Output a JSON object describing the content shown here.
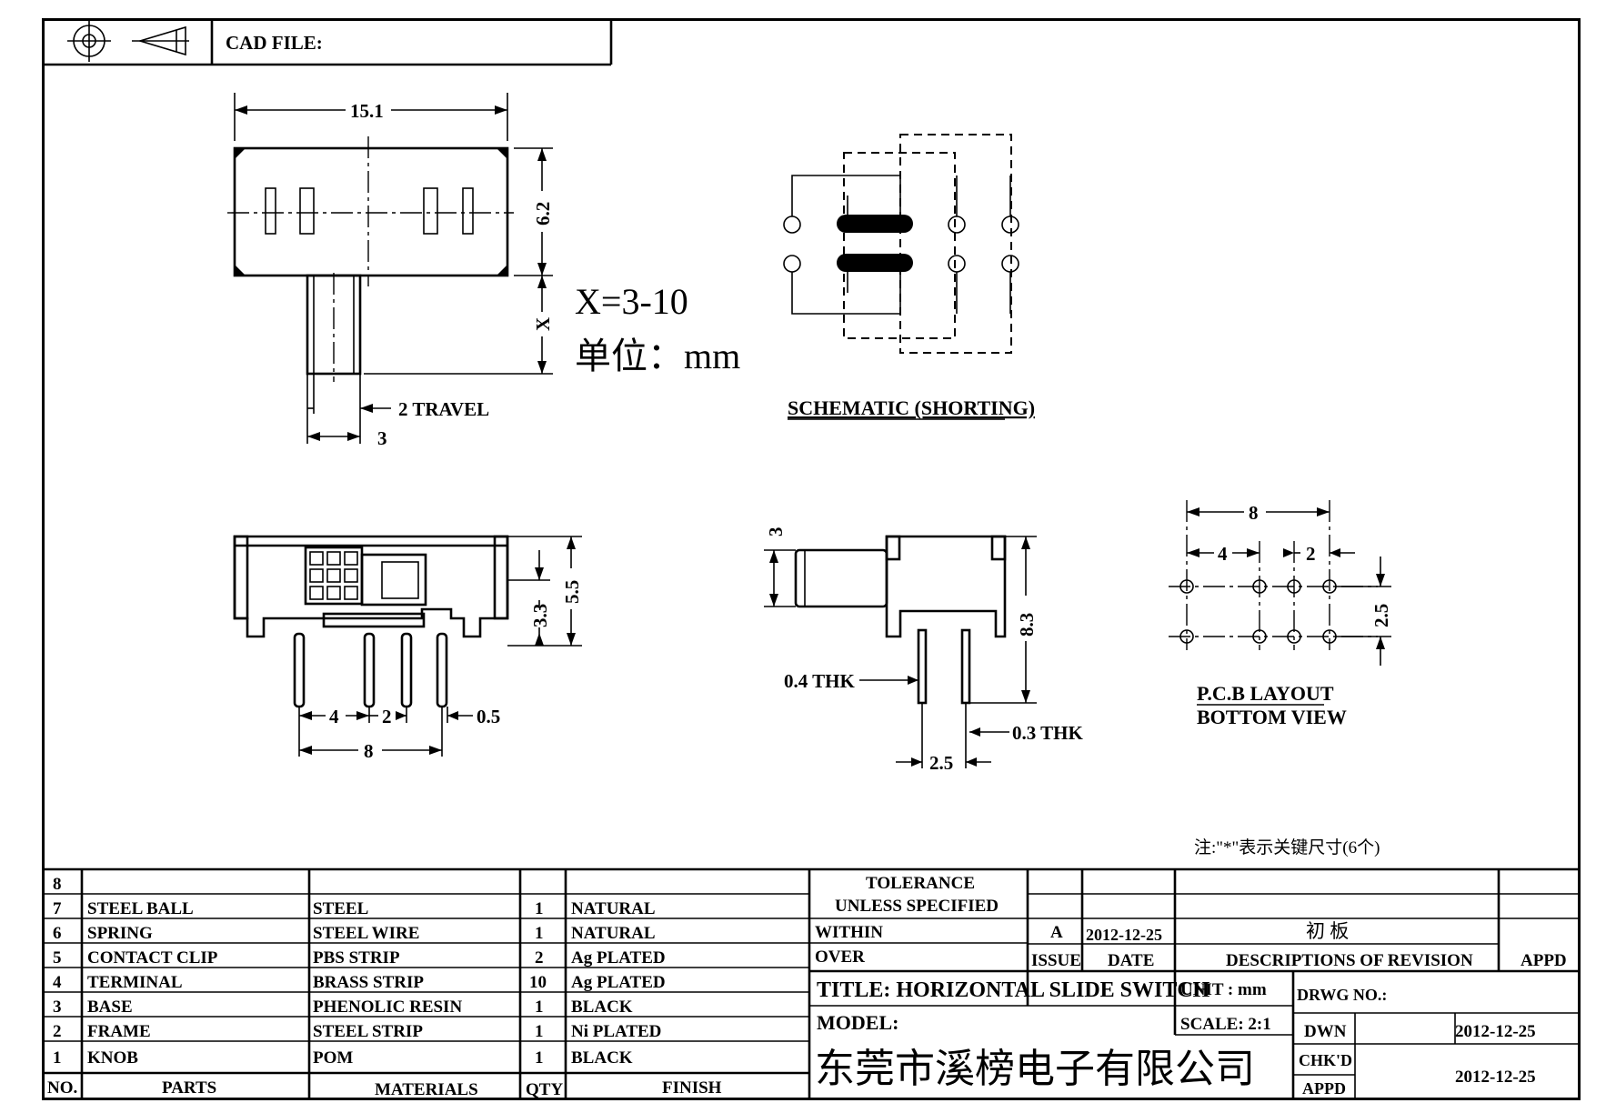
{
  "header": {
    "cad_label": "CAD FILE:"
  },
  "top_view": {
    "dim_width": "15.1",
    "dim_height": "6.2",
    "dim_x": "X",
    "dim_travel": "2 TRAVEL",
    "dim_knob": "3",
    "x_range": "X=3-10",
    "unit_label": "单位：mm"
  },
  "schematic": {
    "caption": "SCHEMATIC (SHORTING)"
  },
  "front_view": {
    "dim_55": "5.5",
    "dim_33": "3.3",
    "dim_4": "4",
    "dim_2": "2",
    "dim_05": "0.5",
    "dim_8": "8"
  },
  "side_view": {
    "dim_3": "3",
    "dim_83": "8.3",
    "dim_04": "0.4 THK",
    "dim_03": "0.3 THK",
    "dim_25": "2.5"
  },
  "pcb": {
    "dim_8": "8",
    "dim_4": "4",
    "dim_2": "2",
    "dim_25": "2.5",
    "caption_1": "P.C.B LAYOUT",
    "caption_2": "BOTTOM VIEW"
  },
  "note": "注:\"*\"表示关键尺寸(6个)",
  "bom": {
    "rows": [
      {
        "no": "8",
        "part": "",
        "material": "",
        "qty": "",
        "finish": ""
      },
      {
        "no": "7",
        "part": "STEEL BALL",
        "material": "STEEL",
        "qty": "1",
        "finish": "NATURAL"
      },
      {
        "no": "6",
        "part": "SPRING",
        "material": "STEEL WIRE",
        "qty": "1",
        "finish": "NATURAL"
      },
      {
        "no": "5",
        "part": "CONTACT CLIP",
        "material": "PBS STRIP",
        "qty": "2",
        "finish": "Ag PLATED"
      },
      {
        "no": "4",
        "part": "TERMINAL",
        "material": "BRASS STRIP",
        "qty": "10",
        "finish": "Ag PLATED"
      },
      {
        "no": "3",
        "part": "BASE",
        "material": "PHENOLIC RESIN",
        "qty": "1",
        "finish": "BLACK"
      },
      {
        "no": "2",
        "part": "FRAME",
        "material": "STEEL STRIP",
        "qty": "1",
        "finish": "Ni PLATED"
      },
      {
        "no": "1",
        "part": "KNOB",
        "material": "POM",
        "qty": "1",
        "finish": "BLACK"
      }
    ],
    "headers": {
      "no": "NO.",
      "part": "PARTS",
      "material": "MATERIALS",
      "qty": "QTY",
      "finish": "FINISH"
    }
  },
  "title_block": {
    "tolerance_1": "TOLERANCE",
    "tolerance_2": "UNLESS   SPECIFIED",
    "within": "WITHIN",
    "over": "OVER",
    "issue_value": "A",
    "issue_date": "2012-12-25",
    "issue_label": "ISSUE",
    "date_label": "DATE",
    "revision_text": "初 板",
    "revision_label": "DESCRIPTIONS OF REVISION",
    "appd_label": "APPD",
    "title": "TITLE: HORIZONTAL SLIDE SWITCH",
    "unit": "UNIT : mm",
    "drwg_no": "DRWG NO.:",
    "model": "MODEL:",
    "scale": "SCALE: 2:1",
    "dwn_label": "DWN",
    "dwn_date": "2012-12-25",
    "company": "东莞市溪榜电子有限公司",
    "chkd_label": "CHK'D",
    "appd2_label": "APPD",
    "chk_date": "2012-12-25"
  }
}
